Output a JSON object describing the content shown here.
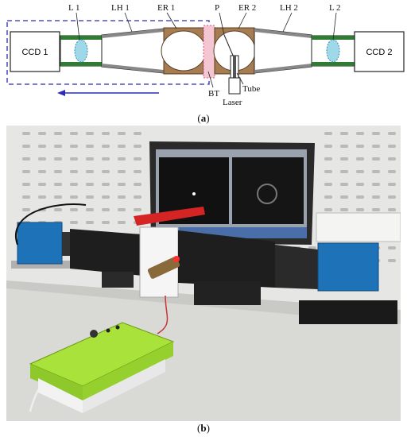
{
  "figure": {
    "schematic": {
      "labels": {
        "ccd1": "CCD 1",
        "ccd2": "CCD 2",
        "l1": "L 1",
        "lh1": "LH 1",
        "er1": "ER 1",
        "p": "P",
        "er2": "ER 2",
        "lh2": "LH 2",
        "l2": "L 2",
        "bt": "BT",
        "tube": "Tube",
        "laser": "Laser"
      },
      "colors": {
        "dashed_box": "#2b2bb8",
        "lens_fill": "#9fd8e8",
        "lens_holder": "#2e7d32",
        "eye_ring": "#a67c52",
        "bt_pink": "#f3c6d2",
        "optical_axis": "#f0a050",
        "arrow": "#2b2bb8"
      }
    },
    "captions": {
      "a_open": "(",
      "a_letter": "a",
      "a_close": ")",
      "b_open": "(",
      "b_letter": "b",
      "b_close": ")"
    },
    "photo": {
      "colors": {
        "wall": "#e6e6e4",
        "table": "#d9d9d6",
        "tube_black": "#1e1e1e",
        "camera_blue": "#1d72b8",
        "green_box": "#a8e23a",
        "red_handle": "#d42424",
        "laptop": "#2a2a2a",
        "screen": "#9aa3ad"
      }
    }
  }
}
